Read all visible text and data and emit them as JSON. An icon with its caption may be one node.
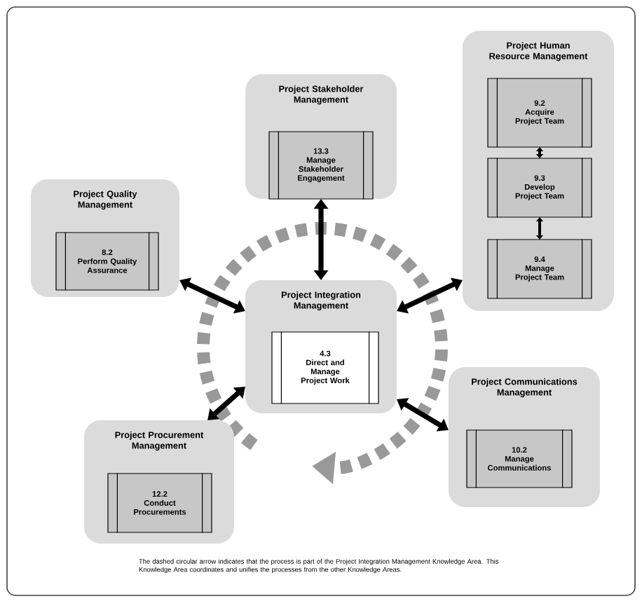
{
  "diagram": {
    "caption": "The dashed circular arrow indicates that the process is part of the Project Integration Management Knowledge Area. This Knowledge Area coordinates and unifies the processes from the other Knowledge Areas.",
    "nodes": [
      {
        "text": [
          "Project Stakeholder Management"
        ]
      },
      {
        "text": [
          "13.3",
          "Manage Stakeholder Engagement"
        ],
        "in": 0
      },
      {
        "text": [
          "Project Human Resource Management"
        ]
      },
      {
        "text": [
          "9.2",
          "Acquire Project Team"
        ],
        "in": 2
      },
      {
        "text": [
          "9.3",
          "Develop Project Team"
        ],
        "in": 2
      },
      {
        "text": [
          "9.4",
          "Manage Project Team"
        ],
        "in": 2
      },
      {
        "text": [
          "Project Quality Management"
        ]
      },
      {
        "text": [
          "8.2",
          "Perform Quality Assurance"
        ],
        "in": 6
      },
      {
        "text": [
          "Project Integration Management"
        ]
      },
      {
        "text": [
          "4.3",
          "Direct and Manage Project Work"
        ],
        "in": 8
      },
      {
        "text": [
          "Project Communications Management"
        ]
      },
      {
        "text": [
          "10.2",
          "Manage Communications"
        ],
        "in": 10
      },
      {
        "text": [
          "Project Procurement Management"
        ]
      },
      {
        "text": [
          "12.2",
          "Conduct Procurements"
        ],
        "in": 12
      }
    ],
    "edges": [
      {
        "from": 8,
        "to": 0,
        "arrow": "both"
      },
      {
        "from": 8,
        "to": 6,
        "arrow": "both"
      },
      {
        "from": 8,
        "to": 2,
        "arrow": "both"
      },
      {
        "from": 8,
        "to": 10,
        "arrow": "both"
      },
      {
        "from": 8,
        "to": 12,
        "arrow": "both"
      },
      {
        "from": 3,
        "to": 4,
        "arrow": "both"
      },
      {
        "from": 4,
        "to": 5,
        "arrow": "both"
      }
    ]
  }
}
